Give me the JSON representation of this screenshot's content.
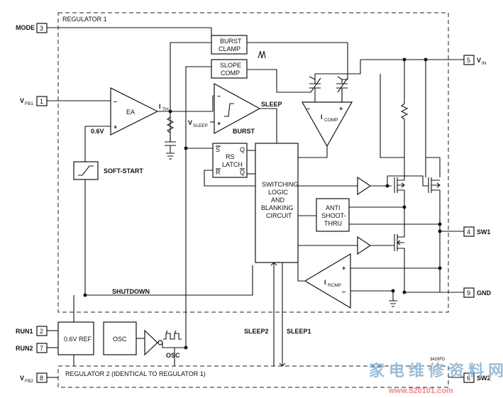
{
  "pins": {
    "mode": {
      "label": "MODE",
      "num": "3"
    },
    "vfb1": {
      "label": "V",
      "sub": "FB1",
      "num": "1"
    },
    "run1": {
      "label": "RUN1",
      "num": "2"
    },
    "run2": {
      "label": "RUN2",
      "num": "7"
    },
    "vfb2": {
      "label": "V",
      "sub": "FB2",
      "num": "8"
    },
    "vin": {
      "label": "V",
      "sub": "IN",
      "num": "5"
    },
    "sw1": {
      "label": "SW1",
      "num": "4"
    },
    "gnd": {
      "label": "GND",
      "num": "9"
    },
    "sw2": {
      "label": "SW2",
      "num": "6"
    }
  },
  "blocks": {
    "regulator1": "REGULATOR 1",
    "regulator2": "REGULATOR 2 (IDENTICAL TO REGULATOR 1)",
    "burst_clamp": [
      "BURST",
      "CLAMP"
    ],
    "slope_comp": [
      "SLOPE",
      "COMP"
    ],
    "ea": "EA",
    "burst": "BURST",
    "rs_latch": [
      "RS",
      "LATCH"
    ],
    "latch_pins": {
      "s": "S",
      "q": "Q",
      "r": "R",
      "qbar": "Q"
    },
    "switching": [
      "SWITCHING",
      "LOGIC",
      "AND",
      "BLANKING",
      "CIRCUIT"
    ],
    "anti_shoot": [
      "ANTI",
      "SHOOT-",
      "THRU"
    ],
    "soft_start": "SOFT-START",
    "ref": "0.6V REF",
    "osc_block": "OSC",
    "osc_label": "OSC"
  },
  "signals": {
    "v06": "0.6V",
    "ith": {
      "label": "I",
      "sub": "TH"
    },
    "vsleep": {
      "label": "V",
      "sub": "SLEEP"
    },
    "sleep": "SLEEP",
    "icomp": {
      "label": "I",
      "sub": "COMP"
    },
    "ircmp": {
      "label": "I",
      "sub": "RCMP"
    },
    "shutdown": "SHUTDOWN",
    "sleep2": "SLEEP2",
    "sleep1": "SLEEP1",
    "minus": "–",
    "plus": "+"
  },
  "fig_id": "3419FD",
  "watermark": {
    "cn": "家电维修资料网",
    "url": "www.520101.com"
  }
}
